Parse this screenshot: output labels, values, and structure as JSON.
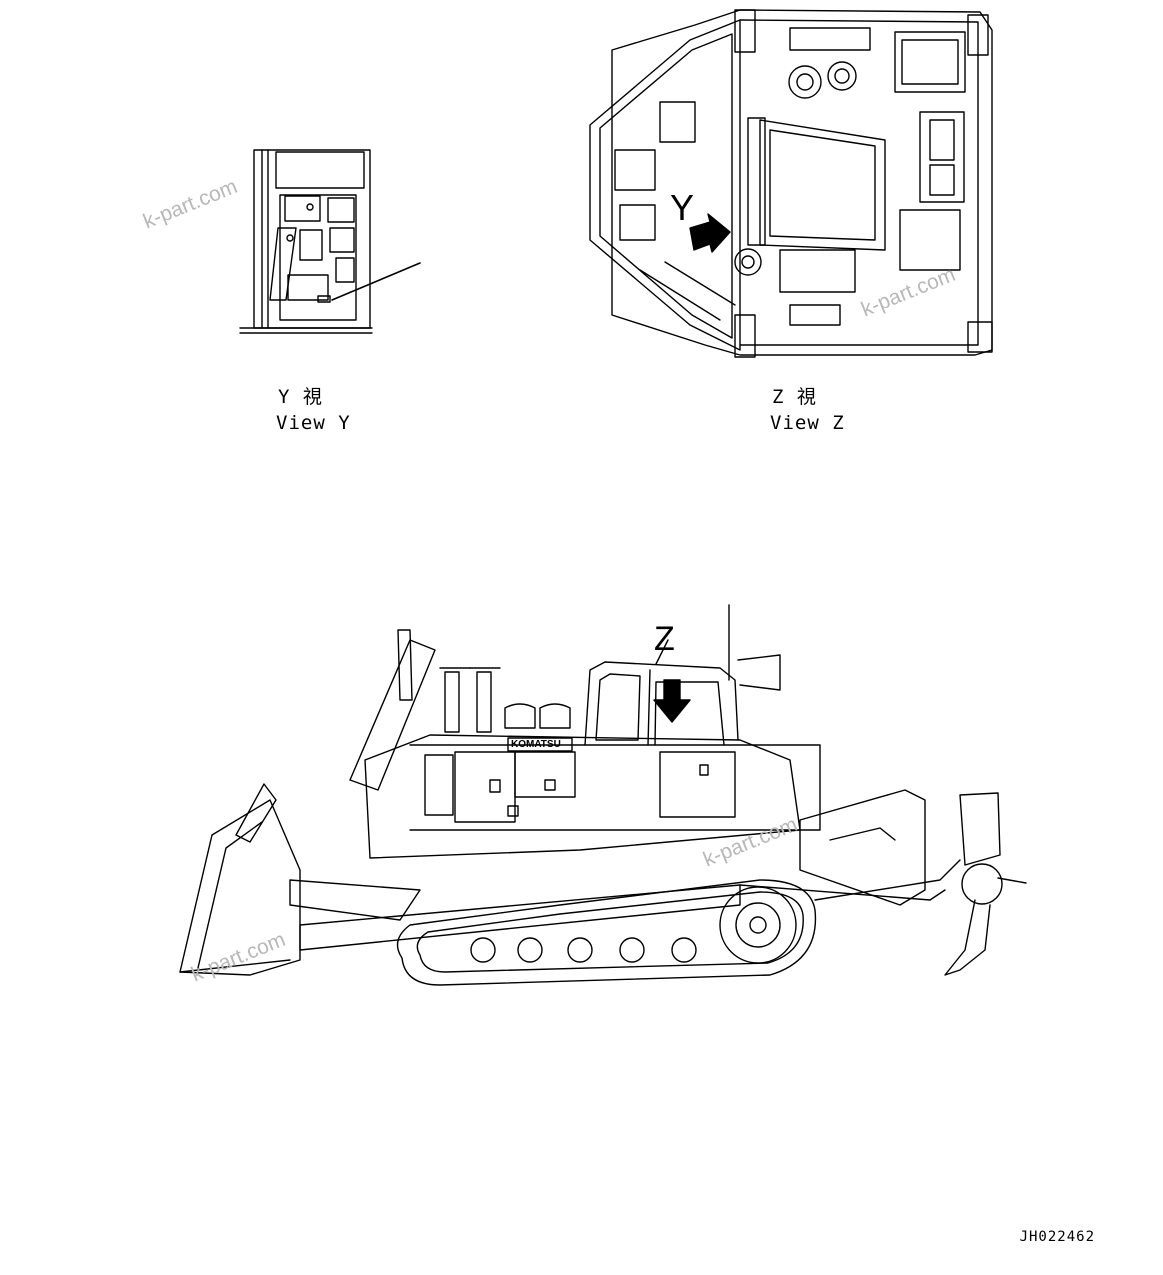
{
  "view_y": {
    "jp": "Y 視",
    "en": "View Y"
  },
  "view_z": {
    "jp": "Z 視",
    "en": "View Z"
  },
  "arrow_y_letter": "Y",
  "arrow_z_letter": "Z",
  "brand_badge": "KOMATSU",
  "watermark": "k-part.com",
  "doc_id": "JH022462",
  "colors": {
    "line": "#000000",
    "watermark": "#b8b8b8",
    "background": "#ffffff"
  }
}
